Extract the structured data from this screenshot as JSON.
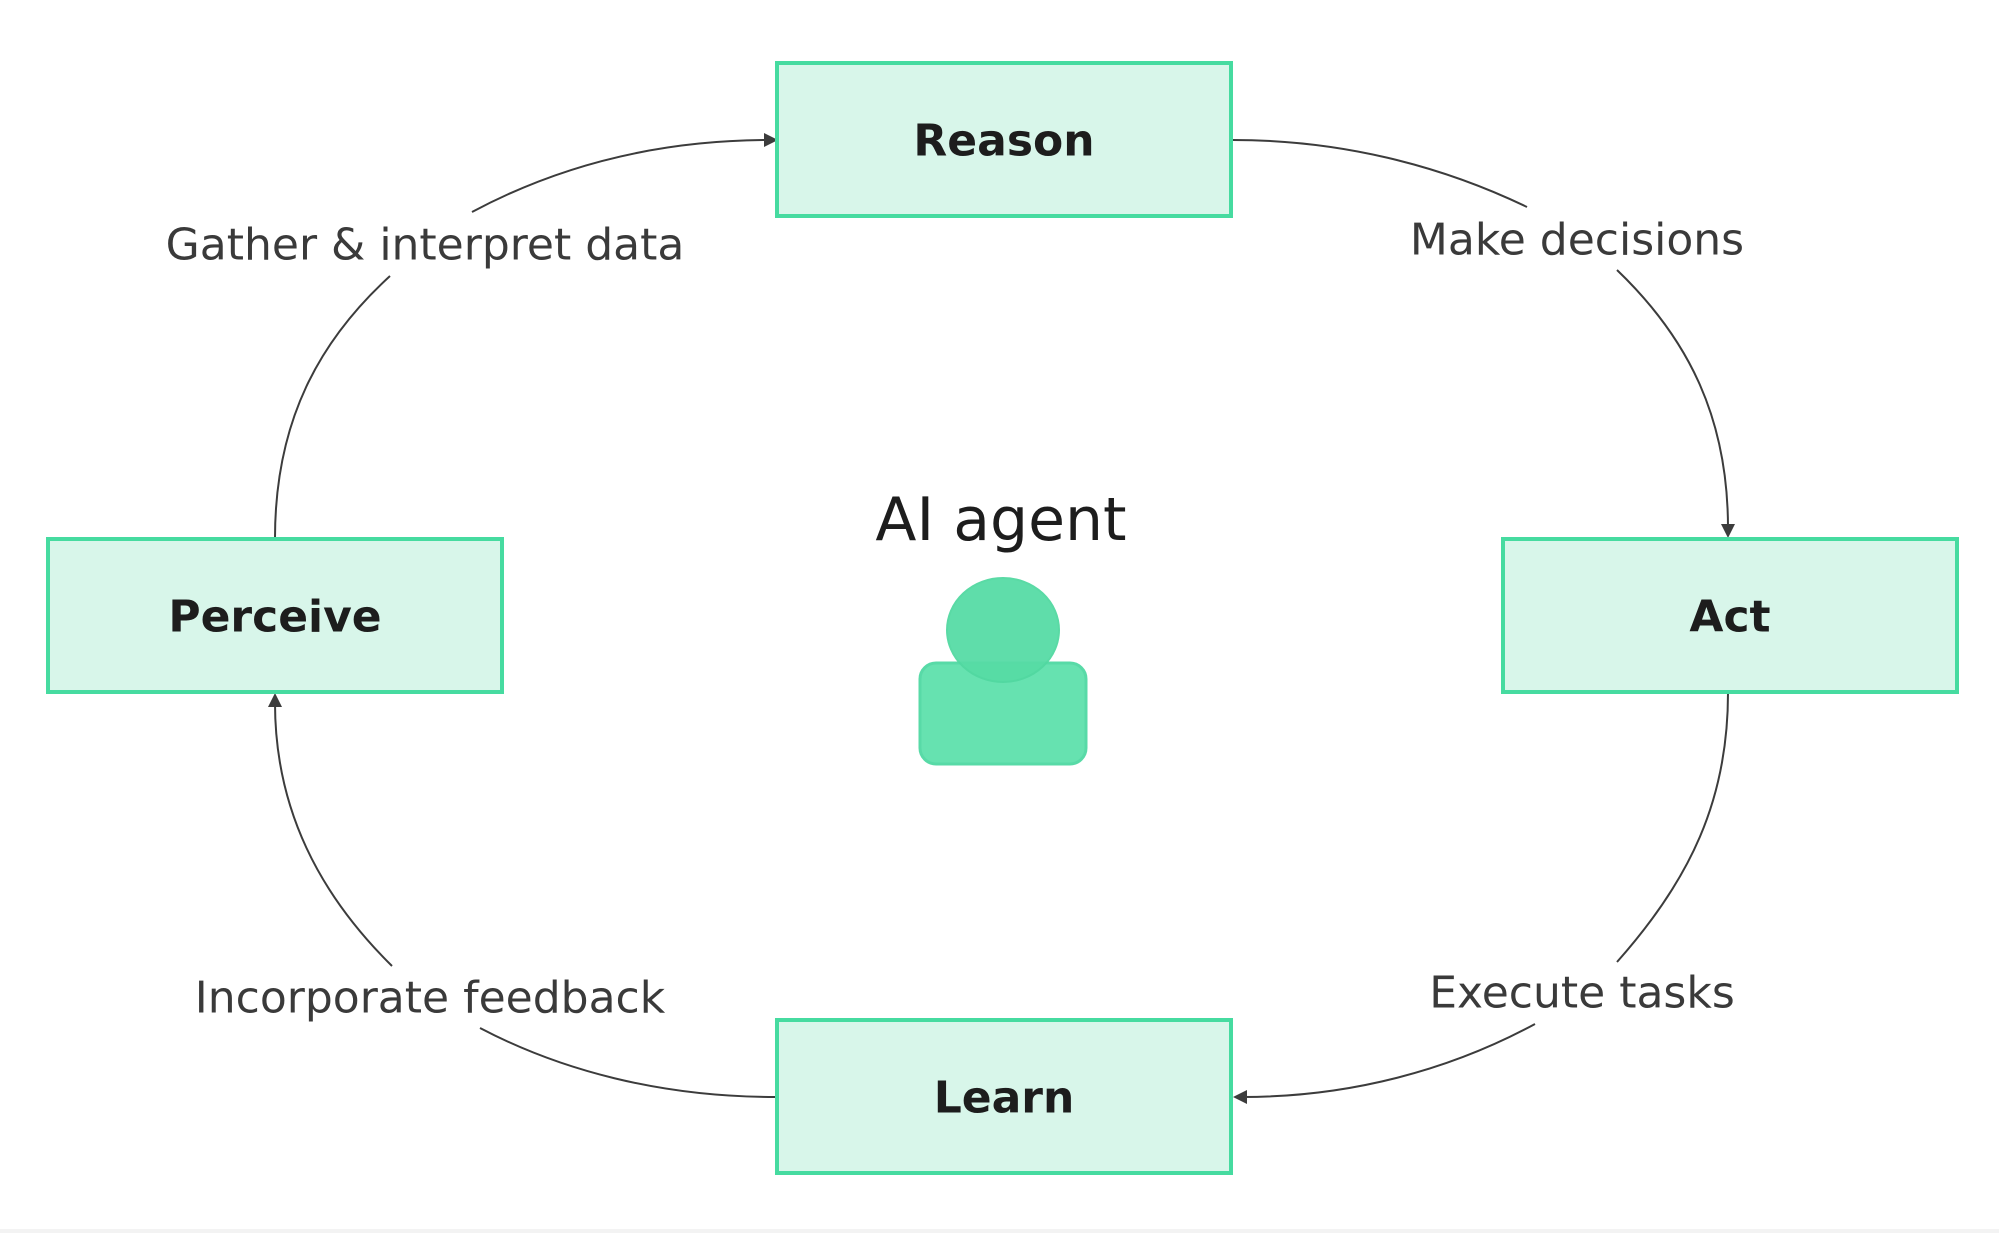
{
  "center": {
    "title": "AI agent",
    "icon": "person-icon",
    "icon_color": "#4fdba3"
  },
  "nodes": {
    "reason": "Reason",
    "act": "Act",
    "learn": "Learn",
    "perceive": "Perceive"
  },
  "edges": {
    "perceive_to_reason": "Gather & interpret data",
    "reason_to_act": "Make decisions",
    "act_to_learn": "Execute tasks",
    "learn_to_perceive": "Incorporate feedback"
  },
  "colors": {
    "box_fill": "#d8f6ea",
    "box_border": "#46dba0",
    "arrow": "#3c3c3c"
  }
}
